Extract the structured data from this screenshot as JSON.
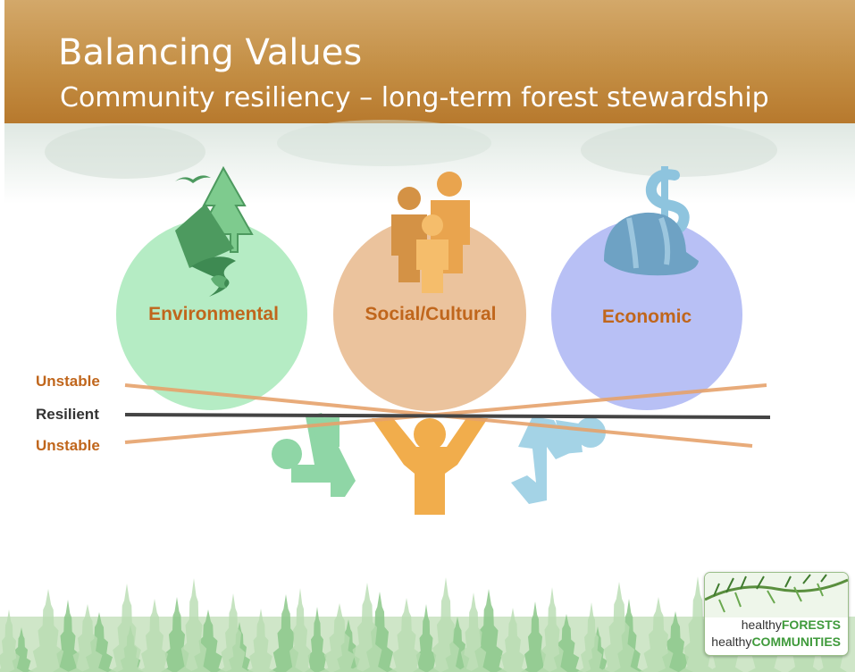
{
  "slide": {
    "title": "Balancing Values",
    "subtitle": "Community resiliency – long-term forest stewardship"
  },
  "pillars": [
    {
      "label": "Environmental",
      "color": "#b5ecc4",
      "icon": "forest-landscape-icon"
    },
    {
      "label": "Social/Cultural",
      "color": "#ebc39d",
      "icon": "people-group-icon"
    },
    {
      "label": "Economic",
      "color": "#b8c0f5",
      "icon": "hardhat-dollar-icon"
    }
  ],
  "balance_lines": {
    "unstable_top": "Unstable",
    "resilient": "Resilient",
    "unstable_bottom": "Unstable"
  },
  "colors": {
    "header": "#c48f45",
    "label_orange": "#c0661c",
    "line_orange": "#e6a36c",
    "line_dark": "#444444",
    "figure_green": "#8fd6a6",
    "figure_orange": "#f1ad4c",
    "figure_blue": "#a4d3e6",
    "logo_green": "#3f9a3b"
  },
  "logo": {
    "line1_prefix": "healthy",
    "line1_highlight": "FORESTS",
    "line2_prefix": "healthy",
    "line2_highlight": "COMMUNITIES"
  }
}
